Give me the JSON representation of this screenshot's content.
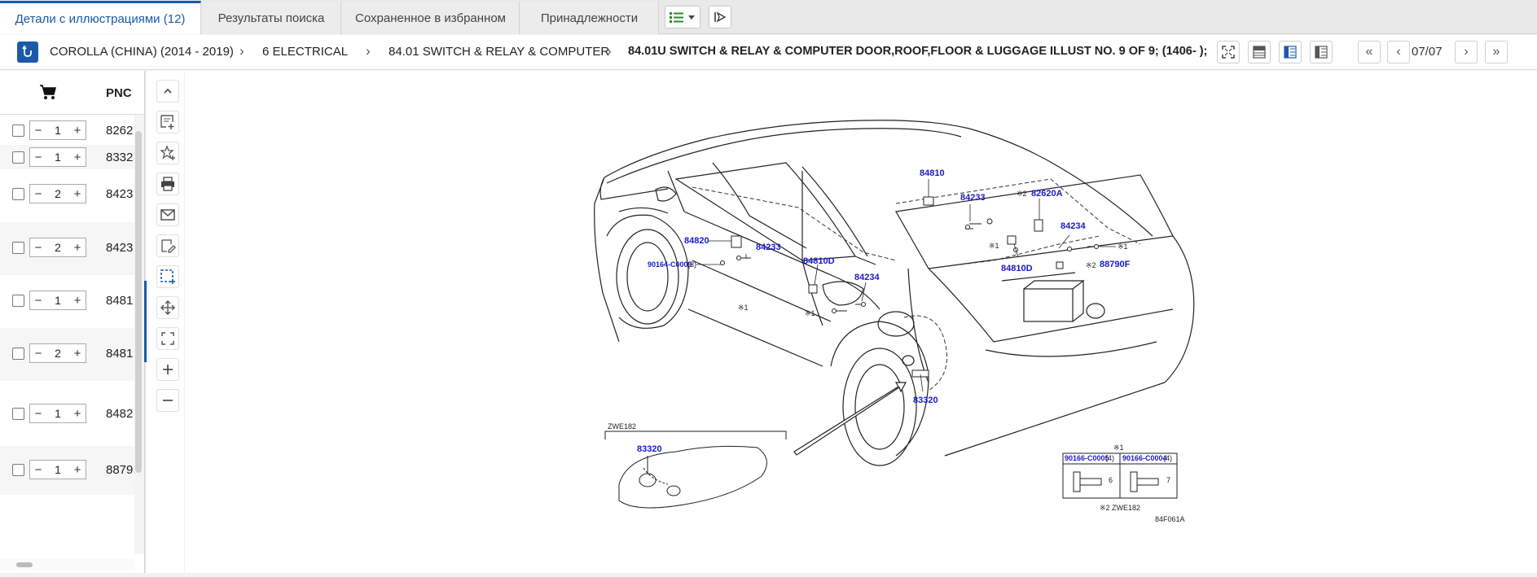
{
  "tabs": [
    {
      "label": "Детали с иллюстрациями (12)",
      "active": true
    },
    {
      "label": "Результаты поиска",
      "active": false
    },
    {
      "label": "Сохраненное в избранном",
      "active": false
    },
    {
      "label": "Принадлежности",
      "active": false
    }
  ],
  "breadcrumb": {
    "model": "COROLLA (CHINA) (2014 - 2019)",
    "group": "6 ELECTRICAL",
    "subgroup": "84.01 SWITCH & RELAY & COMPUTER",
    "illustration": "84.01U SWITCH & RELAY & COMPUTER DOOR,ROOF,FLOOR & LUGGAGE ILLUST NO. 9 OF 9; (1406- );"
  },
  "pager": {
    "current": "07/07"
  },
  "parts_table": {
    "pnc_header": "PNC",
    "rows": [
      {
        "qty": "1",
        "pnc": "8262"
      },
      {
        "qty": "1",
        "pnc": "8332"
      },
      {
        "qty": "2",
        "pnc": "8423"
      },
      {
        "qty": "2",
        "pnc": "8423"
      },
      {
        "qty": "1",
        "pnc": "8481"
      },
      {
        "qty": "2",
        "pnc": "8481"
      },
      {
        "qty": "1",
        "pnc": "8482"
      },
      {
        "qty": "1",
        "pnc": "8879"
      }
    ]
  },
  "illustration": {
    "callouts": {
      "c84810a": "84810",
      "c84233a": "84233",
      "c82620a": "82620A",
      "c84234a": "84234",
      "c84820": "84820",
      "c84233b": "84233",
      "c90164": "90164-C0009",
      "c90164q": "(3)",
      "c84810d1": "84810D",
      "c84234b": "84234",
      "c84810d2": "84810D",
      "c88790f": "88790F",
      "c83320a": "83320",
      "c83320b": "83320",
      "f90166a": "90166-C0005",
      "f90166aq": "(4)",
      "f90166b": "90166-C0004",
      "f90166bq": "(4)"
    },
    "notes": {
      "k1a": "※1",
      "k1b": "※1",
      "k1c": "※1",
      "k1d": "※1",
      "k1e": "※1",
      "k2a": "※2",
      "k2b": "※2",
      "zwe_inset": "ZWE182",
      "zwe_note": "※2  ZWE182",
      "fig_code": "84F061A",
      "dim6": "6",
      "dim7": "7"
    }
  },
  "colors": {
    "accent": "#1a5aa8",
    "callout": "#1a1acc"
  }
}
